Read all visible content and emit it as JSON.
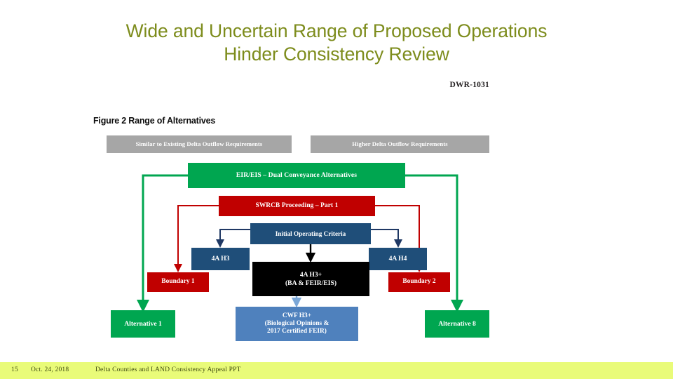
{
  "slide": {
    "title_line1": "Wide and Uncertain Range of Proposed Operations",
    "title_line2": "Hinder Consistency Review",
    "title_color": "#7d8c1c"
  },
  "figure": {
    "exhibit_label": "DWR-1031",
    "caption": "Figure 2 Range of Alternatives",
    "nodes": {
      "similar_outflow": "Similar to Existing Delta Outflow Requirements",
      "higher_outflow": "Higher Delta Outflow Requirements",
      "eireis": "EIR/EIS – Dual Conveyance Alternatives",
      "swrcb": "SWRCB Proceeding – Part 1",
      "initial_operating_criteria": "Initial Operating Criteria",
      "alt_4a_h3": "4A H3",
      "alt_4a_h4": "4A H4",
      "alt_4a_h3_plus_line1": "4A H3+",
      "alt_4a_h3_plus_line2": "(BA & FEIR/EIS)",
      "boundary_1": "Boundary 1",
      "boundary_2": "Boundary 2",
      "alternative_1": "Alternative 1",
      "alternative_8": "Alternative 8",
      "cwf_line1": "CWF H3+",
      "cwf_line2": "(Biological Opinions &",
      "cwf_line3": "2017 Certified FEIR)"
    },
    "colors": {
      "gray": "#a6a6a6",
      "green": "#00a650",
      "red": "#c00000",
      "navy": "#1f4e79",
      "black": "#000000",
      "medium_blue": "#4f81bd"
    }
  },
  "footer": {
    "slide_number": "15",
    "date": "Oct. 24, 2018",
    "deck_title": "Delta Counties and LAND Consistency Appeal PPT",
    "band_color": "#e9fb79"
  }
}
